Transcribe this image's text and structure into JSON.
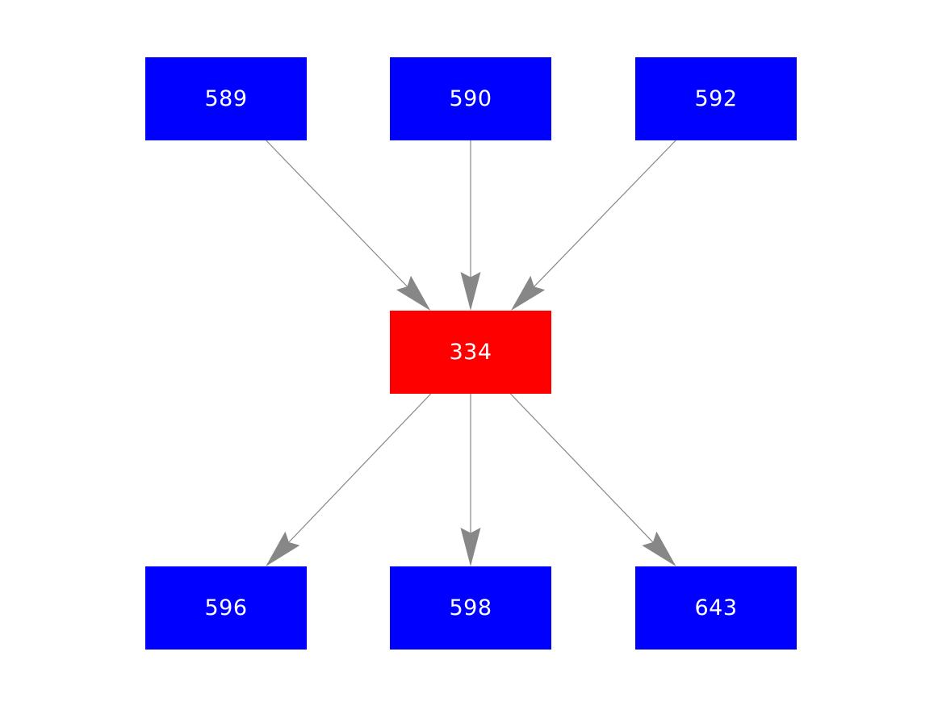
{
  "diagram": {
    "nodes": [
      {
        "id": "589",
        "label": "589",
        "fill": "#0000ff"
      },
      {
        "id": "590",
        "label": "590",
        "fill": "#0000ff"
      },
      {
        "id": "592",
        "label": "592",
        "fill": "#0000ff"
      },
      {
        "id": "334",
        "label": "334",
        "fill": "#ff0000"
      },
      {
        "id": "596",
        "label": "596",
        "fill": "#0000ff"
      },
      {
        "id": "598",
        "label": "598",
        "fill": "#0000ff"
      },
      {
        "id": "643",
        "label": "643",
        "fill": "#0000ff"
      }
    ],
    "edges": [
      {
        "from": "589",
        "to": "334"
      },
      {
        "from": "590",
        "to": "334"
      },
      {
        "from": "592",
        "to": "334"
      },
      {
        "from": "334",
        "to": "596"
      },
      {
        "from": "334",
        "to": "598"
      },
      {
        "from": "334",
        "to": "643"
      }
    ],
    "colors": {
      "background": "#ffffff",
      "node_text": "#ffffff",
      "blue_node": "#0000ff",
      "red_node": "#ff0000",
      "edge": "#878787"
    }
  }
}
